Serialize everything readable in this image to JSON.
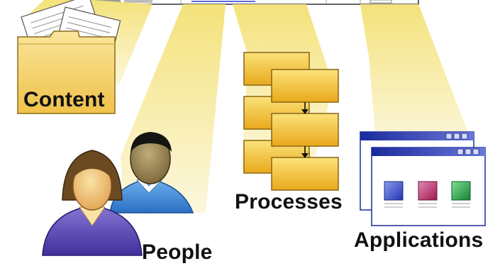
{
  "labels": {
    "content": "Content",
    "people": "People",
    "processes": "Processes",
    "applications": "Applications"
  },
  "icons": {
    "content": "folder-with-documents-icon",
    "people": "two-people-icon",
    "processes": "process-flow-icon",
    "applications": "application-windows-icon"
  },
  "colors": {
    "beam": "#f7efb0",
    "box_fill": "#f5c33b",
    "folder_fill": "#f7d873",
    "window_frame": "#2233aa",
    "person_woman_shirt": "#6a5bc2",
    "person_man_shirt": "#3d8fe0"
  }
}
